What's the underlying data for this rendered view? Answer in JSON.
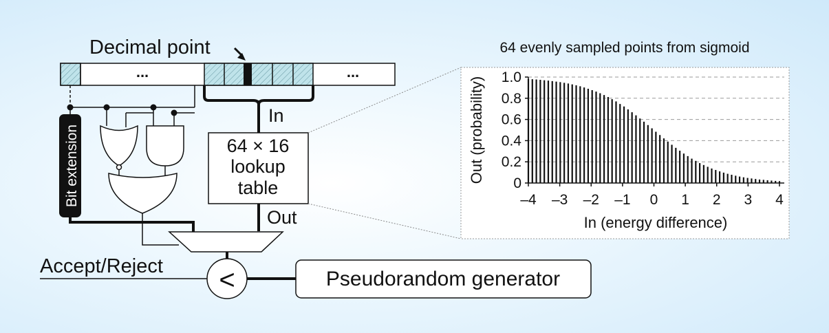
{
  "labels": {
    "decimal_point": "Decimal point",
    "register_ellipsis_left": "...",
    "register_ellipsis_right": "...",
    "bit_extension": "Bit extension",
    "in": "In",
    "out": "Out",
    "lut_line1": "64 × 16",
    "lut_line2": "lookup",
    "lut_line3": "table",
    "accept_reject": "Accept/Reject",
    "comparator": "<",
    "pseudorandom": "Pseudorandom generator",
    "chart_title": "64 evenly sampled points from sigmoid"
  },
  "colors": {
    "hatch": "#bfe3ea",
    "line": "#111111",
    "grid": "#9a9a9a"
  },
  "chart_data": {
    "type": "bar",
    "title": "64 evenly sampled points from sigmoid",
    "xlabel": "In (energy difference)",
    "ylabel": "Out (probability)",
    "xlim": [
      -4,
      4
    ],
    "ylim": [
      0,
      1
    ],
    "xticks": [
      "–4",
      "–3",
      "–2",
      "–1",
      "0",
      "1",
      "2",
      "3",
      "4"
    ],
    "yticks": [
      "0",
      "0.2",
      "0.4",
      "0.6",
      "0.8",
      "1.0"
    ],
    "grid": "horizontal dashed",
    "series": [
      {
        "x": [
          -4.0,
          -3.873,
          -3.746,
          -3.619,
          -3.492,
          -3.365,
          -3.238,
          -3.111,
          -2.984,
          -2.857,
          -2.73,
          -2.603,
          -2.476,
          -2.349,
          -2.222,
          -2.095,
          -1.968,
          -1.841,
          -1.714,
          -1.587,
          -1.46,
          -1.333,
          -1.206,
          -1.079,
          -0.952,
          -0.825,
          -0.698,
          -0.571,
          -0.444,
          -0.317,
          -0.19,
          -0.063,
          0.063,
          0.19,
          0.317,
          0.444,
          0.571,
          0.698,
          0.825,
          0.952,
          1.079,
          1.206,
          1.333,
          1.46,
          1.587,
          1.714,
          1.841,
          1.968,
          2.095,
          2.222,
          2.349,
          2.476,
          2.603,
          2.73,
          2.857,
          2.984,
          3.111,
          3.238,
          3.365,
          3.492,
          3.619,
          3.746,
          3.873,
          4.0
        ],
        "values": [
          0.982,
          0.98,
          0.977,
          0.974,
          0.97,
          0.967,
          0.962,
          0.957,
          0.952,
          0.946,
          0.939,
          0.931,
          0.922,
          0.913,
          0.902,
          0.89,
          0.877,
          0.863,
          0.847,
          0.83,
          0.812,
          0.791,
          0.77,
          0.746,
          0.722,
          0.695,
          0.668,
          0.639,
          0.609,
          0.579,
          0.547,
          0.516,
          0.484,
          0.453,
          0.421,
          0.391,
          0.361,
          0.332,
          0.305,
          0.278,
          0.254,
          0.23,
          0.209,
          0.188,
          0.17,
          0.153,
          0.137,
          0.123,
          0.11,
          0.098,
          0.087,
          0.078,
          0.069,
          0.061,
          0.054,
          0.048,
          0.043,
          0.038,
          0.033,
          0.03,
          0.026,
          0.023,
          0.02,
          0.018
        ]
      }
    ]
  }
}
